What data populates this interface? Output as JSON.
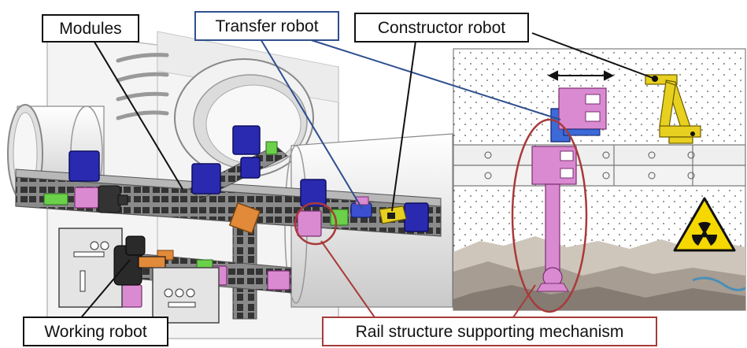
{
  "labels": {
    "modules": "Modules",
    "transfer_robot": "Transfer robot",
    "constructor_robot": "Constructor robot",
    "working_robot": "Working robot",
    "rail_support": "Rail structure supporting mechanism"
  },
  "colors": {
    "label_border_default": "#111111",
    "transfer_line": "#2f4f8f",
    "rail_support_line": "#a83a3a",
    "module_blue": "#2a2ab0",
    "module_pink": "#d98ad0",
    "module_green": "#6bd04a",
    "module_orange": "#e08a3a",
    "constructor_yellow": "#e8d020"
  },
  "icons": {
    "hazard": "radiation-hazard-icon"
  }
}
